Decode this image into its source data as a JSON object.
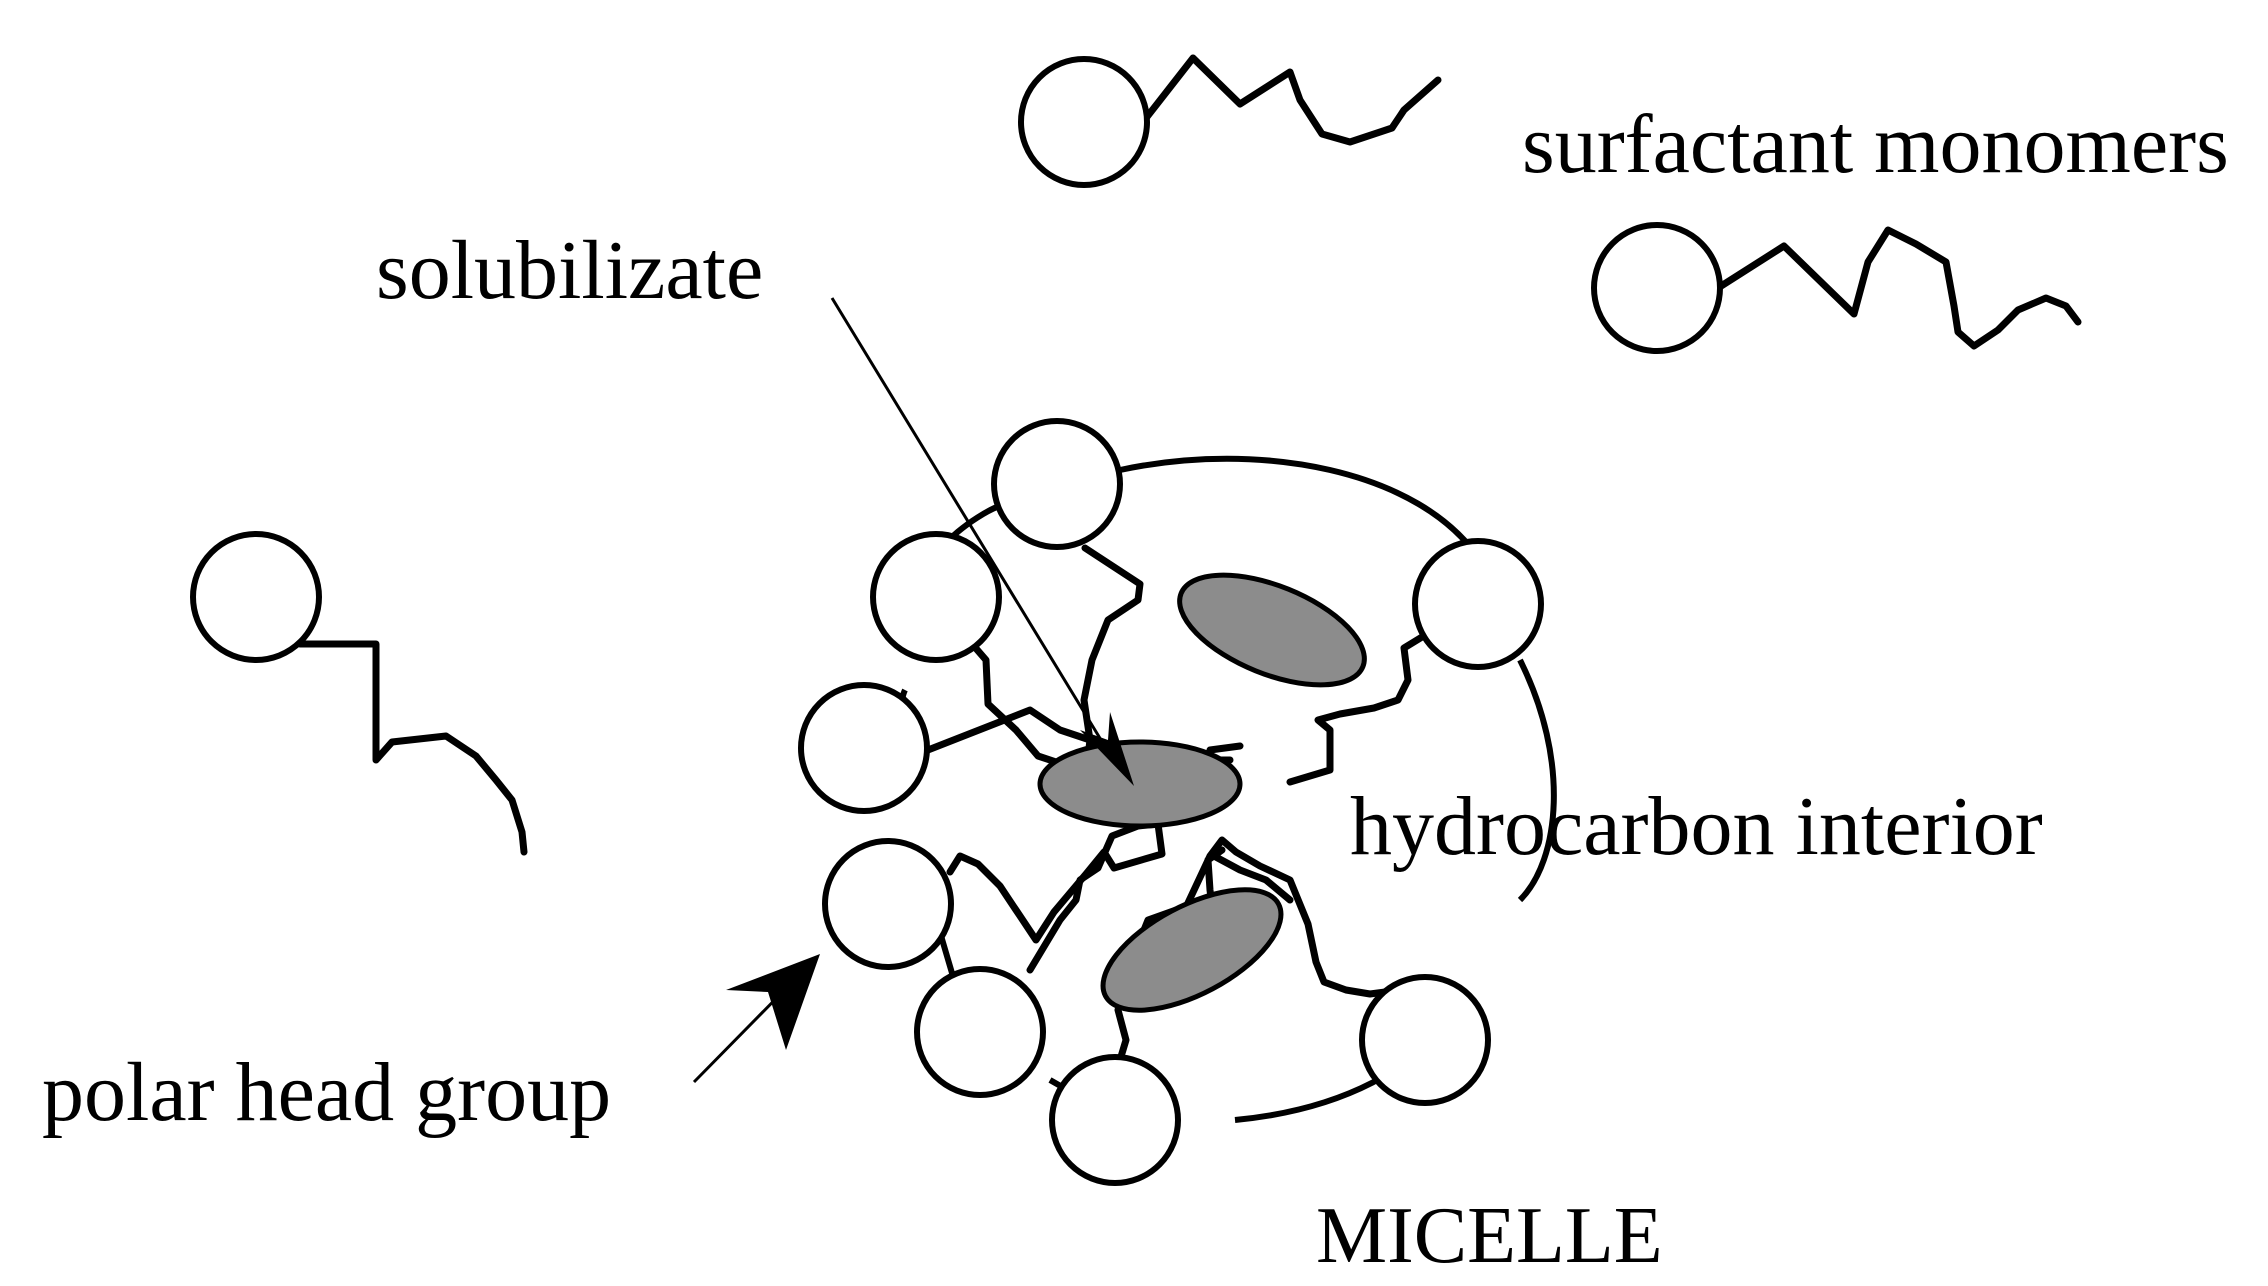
{
  "labels": {
    "surfactant_monomers": "surfactant monomers",
    "solubilizate": "solubilizate",
    "hydrocarbon_interior": "hydrocarbon interior",
    "polar_head_group": "polar head group",
    "micelle": "MICELLE"
  },
  "colors": {
    "ink": "#000000",
    "solubilizate_fill": "#8c8c8c",
    "background": "#ffffff",
    "head_fill": "#ffffff"
  }
}
